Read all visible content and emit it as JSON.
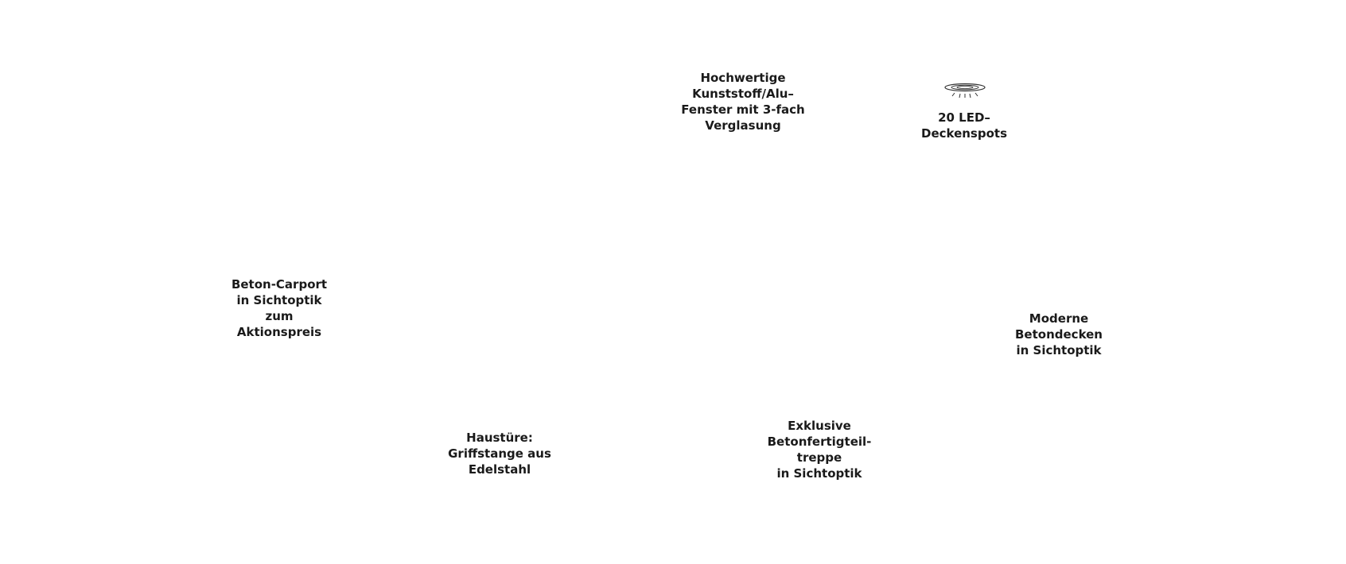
{
  "features": {
    "windows": "Hochwertige\nKunststoff/Alu–\nFenster mit 3-fach\nVerglasung",
    "spots": "20 LED–\nDeckenspots",
    "carport": "Beton-Carport\nin Sichtoptik\nzum\nAktionspreis",
    "ceilings": "Moderne\nBetondecken\nin Sichtoptik",
    "door": "Haustüre:\nGriffstange aus\nEdelstahl",
    "stairs": "Exklusive\nBetonfertigteil-\ntreppe\nin Sichtoptik"
  },
  "icons": {
    "spots": "ceiling-spotlight-icon"
  }
}
